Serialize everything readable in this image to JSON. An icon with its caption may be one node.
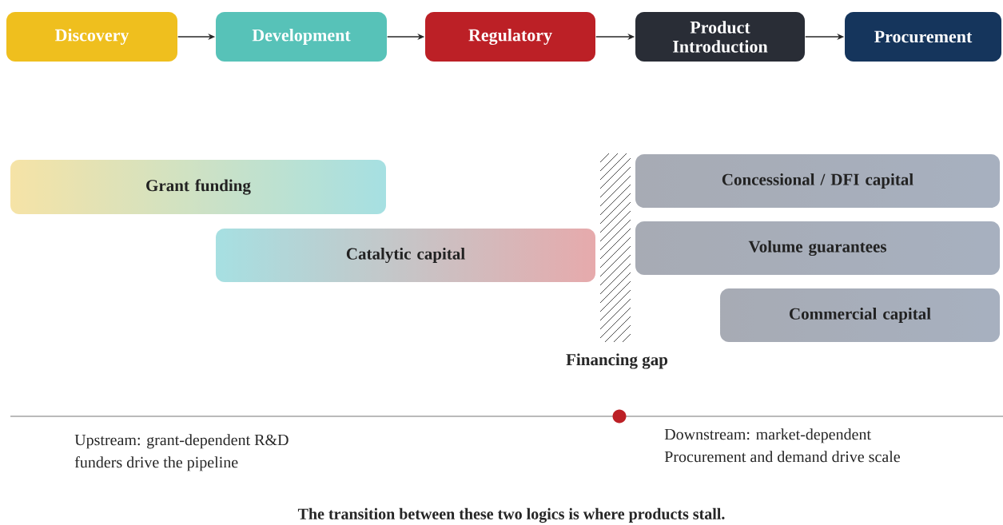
{
  "diagram": {
    "caption": "The transition between these two logics is where products stall.",
    "nodes": [
      {
        "text": [
          "Discovery"
        ]
      },
      {
        "text": [
          "Development"
        ]
      },
      {
        "text": [
          "Regulatory"
        ]
      },
      {
        "text": [
          "Product Introduction"
        ]
      },
      {
        "text": [
          "Procurement"
        ]
      },
      {
        "text": [
          "Grant funding"
        ]
      },
      {
        "text": [
          "Catalytic capital"
        ]
      },
      {
        "text": [
          "Concessional / DFI capital"
        ]
      },
      {
        "text": [
          "Volume guarantees"
        ]
      },
      {
        "text": [
          "Commercial capital"
        ]
      },
      {
        "text": [
          "Financing gap"
        ]
      }
    ],
    "edges": [
      {
        "from": 0,
        "to": 1,
        "arrow": "to"
      },
      {
        "from": 1,
        "to": 2,
        "arrow": "to"
      },
      {
        "from": 2,
        "to": 3,
        "arrow": "to"
      },
      {
        "from": 3,
        "to": 4,
        "arrow": "to"
      }
    ],
    "labels": [
      "Upstream: grant-dependent R&D funders drive the pipeline",
      "Downstream: market-dependent Procurement and demand drive scale"
    ]
  }
}
